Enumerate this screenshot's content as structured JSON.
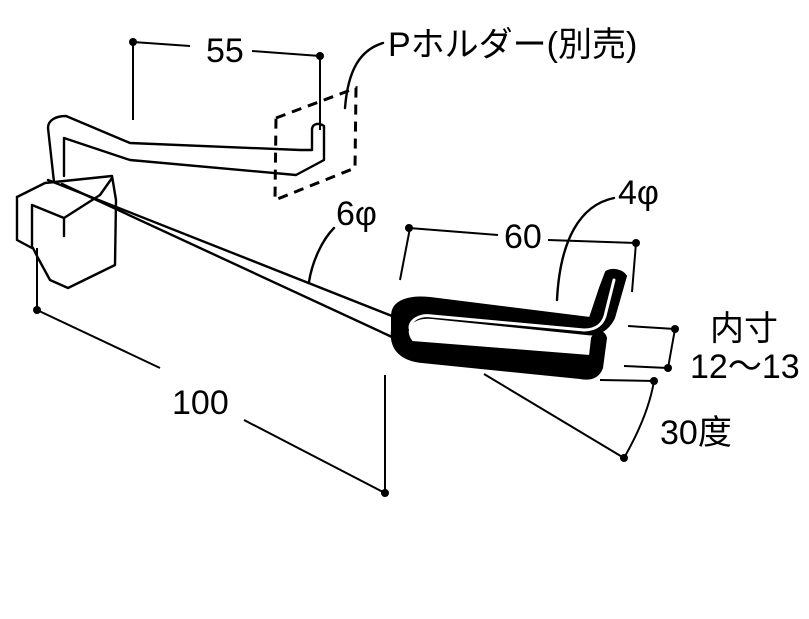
{
  "labels": {
    "width_55": "55",
    "p_holder": "Pホルダー(別売)",
    "diameter_main": "6φ",
    "length_60": "60",
    "diameter_tip": "4φ",
    "inner_title": "内寸",
    "inner_value": "12～13",
    "length_100": "100",
    "angle_30": "30度"
  }
}
